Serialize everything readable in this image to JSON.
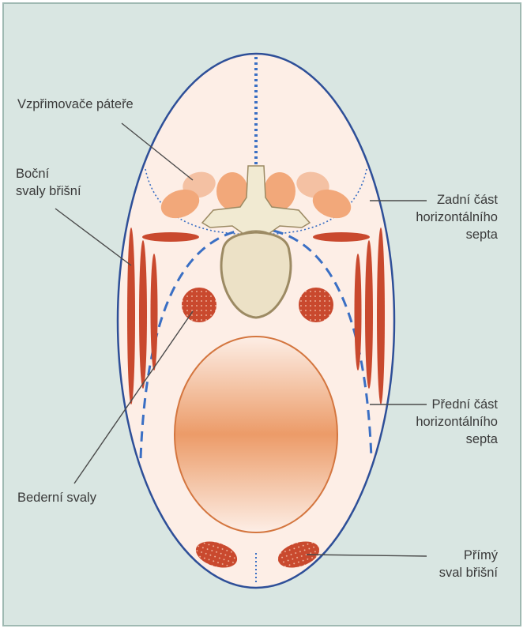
{
  "labels": {
    "erector_spinae": "Vzpřimovače páteře",
    "lateral_abdominal": [
      "Boční",
      "svaly břišní"
    ],
    "posterior_septum": [
      "Zadní část",
      "horizontálního",
      "septa"
    ],
    "anterior_septum": [
      "Přední část",
      "horizontálního",
      "septa"
    ],
    "psoas": "Bederní svaly",
    "rectus": [
      "Přímý",
      "sval břišní"
    ]
  },
  "colors": {
    "background": "#d9e6e2",
    "body_fill": "#fdeee6",
    "outline": "#2e4f98",
    "septum": "#3a6fc4",
    "muscle_red": "#c9492e",
    "erector": "#f2a87a",
    "bone": "#f1ead2",
    "organ": "#ec9b68"
  }
}
